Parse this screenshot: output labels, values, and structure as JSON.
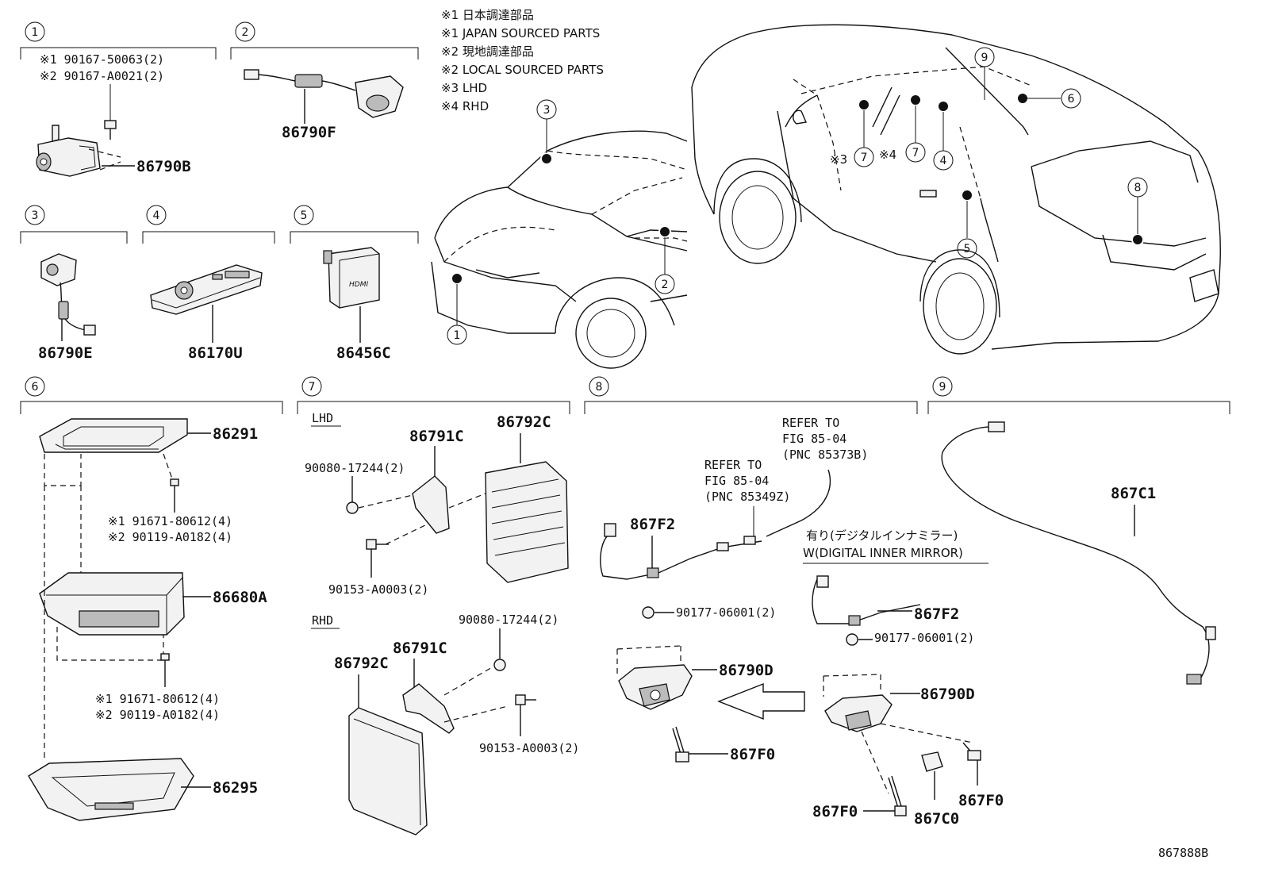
{
  "notes": [
    "※1 日本調達部品",
    "※1 JAPAN SOURCED PARTS",
    "※2 現地調達部品",
    "※2 LOCAL SOURCED PARTS",
    "※3 LHD",
    "※4 RHD"
  ],
  "sections": {
    "s1": {
      "num": "1",
      "fastener1": "※1 90167-50063(2)",
      "fastener2": "※2 90167-A0021(2)",
      "part": "86790B"
    },
    "s2": {
      "num": "2",
      "part": "86790F"
    },
    "s3": {
      "num": "3",
      "part": "86790E"
    },
    "s4": {
      "num": "4",
      "part": "86170U"
    },
    "s5": {
      "num": "5",
      "part": "86456C",
      "logo": "HDMI"
    },
    "s6": {
      "num": "6",
      "frame": "86291",
      "unit": "86680A",
      "cover": "86295",
      "screw_a1": "※1 91671-80612(4)",
      "screw_a2": "※2 90119-A0182(4)",
      "screw_b1": "※1 91671-80612(4)",
      "screw_b2": "※2 90119-A0182(4)"
    },
    "s7": {
      "num": "7",
      "lhd": "LHD",
      "rhd": "RHD",
      "lhd_bracket": "86791C",
      "lhd_ecu": "86792C",
      "lhd_nut": "90080-17244(2)",
      "lhd_bolt": "90153-A0003(2)",
      "rhd_bracket": "86791C",
      "rhd_ecu": "86792C",
      "rhd_nut": "90080-17244(2)",
      "rhd_bolt": "90153-A0003(2)"
    },
    "s8": {
      "num": "8",
      "refer1_l1": "REFER TO",
      "refer1_l2": "FIG 85-04",
      "refer1_l3": "(PNC 85373B)",
      "refer2_l1": "REFER TO",
      "refer2_l2": "FIG 85-04",
      "refer2_l3": "(PNC 85349Z)",
      "harness": "867F2",
      "nut": "90177-06001(2)",
      "camera": "86790D",
      "pin": "867F0",
      "variant_jp": "有り(デジタルインナミラー)",
      "variant_en": "W(DIGITAL INNER MIRROR)",
      "v_harness": "867F2",
      "v_nut": "90177-06001(2)",
      "v_camera": "86790D",
      "v_pin_a": "867F0",
      "v_pin_b": "867F0",
      "v_cap": "867C0"
    },
    "s9": {
      "num": "9",
      "cable": "867C1"
    }
  },
  "car": {
    "front_callouts": [
      "3",
      "2",
      "1"
    ],
    "rear_callouts": [
      "9",
      "6",
      "7",
      "7",
      "4",
      "8",
      "5"
    ],
    "rear_notes": [
      "※3",
      "※4"
    ]
  },
  "figure_id": "867888B"
}
